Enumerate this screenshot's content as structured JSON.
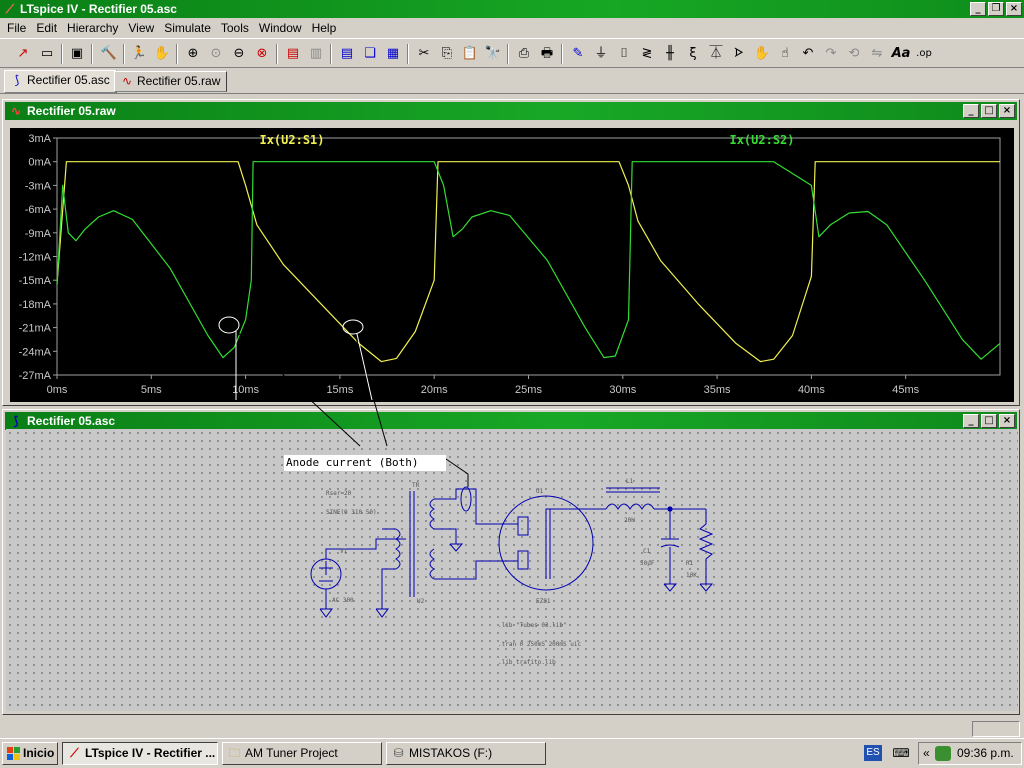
{
  "window": {
    "title": "LTspice IV - Rectifier 05.asc"
  },
  "menu": [
    "File",
    "Edit",
    "Hierarchy",
    "View",
    "Simulate",
    "Tools",
    "Window",
    "Help"
  ],
  "tabs": [
    {
      "label": "Rectifier 05.asc",
      "icon": "schematic-icon"
    },
    {
      "label": "Rectifier 05.raw",
      "icon": "waveform-icon"
    }
  ],
  "plot_pane": {
    "title": "Rectifier 05.raw",
    "traces": [
      {
        "name": "Ix(U2:S1)",
        "color": "#f0f050"
      },
      {
        "name": "Ix(U2:S2)",
        "color": "#33dd33"
      }
    ],
    "y_ticks": [
      "3mA",
      "0mA",
      "-3mA",
      "-6mA",
      "-9mA",
      "-12mA",
      "-15mA",
      "-18mA",
      "-21mA",
      "-24mA",
      "-27mA"
    ],
    "x_ticks": [
      "0ms",
      "5ms",
      "10ms",
      "15ms",
      "20ms",
      "25ms",
      "30ms",
      "35ms",
      "40ms",
      "45ms"
    ]
  },
  "chart_data": {
    "type": "line",
    "xlabel": "",
    "ylabel": "",
    "xlim": [
      0,
      50
    ],
    "ylim": [
      -27,
      3
    ],
    "x_unit": "ms",
    "y_unit": "mA",
    "grid": false,
    "series": [
      {
        "name": "Ix(U2:S1)",
        "points": [
          [
            0,
            -15.5
          ],
          [
            0.5,
            0
          ],
          [
            1,
            0
          ],
          [
            2,
            0
          ],
          [
            4,
            0
          ],
          [
            6,
            0
          ],
          [
            8,
            0
          ],
          [
            9.6,
            0
          ],
          [
            10,
            -3
          ],
          [
            10.6,
            -8
          ],
          [
            12,
            -13
          ],
          [
            14,
            -18
          ],
          [
            16,
            -23
          ],
          [
            17.2,
            -25.3
          ],
          [
            18,
            -24.9
          ],
          [
            19,
            -21.5
          ],
          [
            20,
            -15
          ],
          [
            20.2,
            0
          ],
          [
            21,
            0
          ],
          [
            24,
            0
          ],
          [
            26,
            0
          ],
          [
            28,
            0
          ],
          [
            29.8,
            0
          ],
          [
            30.3,
            -3
          ],
          [
            30.8,
            -7.5
          ],
          [
            32,
            -12.5
          ],
          [
            34,
            -18
          ],
          [
            36,
            -23
          ],
          [
            37.3,
            -25.3
          ],
          [
            38,
            -25
          ],
          [
            39,
            -22
          ],
          [
            40,
            -14.5
          ],
          [
            40.2,
            0
          ],
          [
            42,
            0
          ],
          [
            44,
            0
          ],
          [
            46,
            0
          ],
          [
            48,
            0
          ],
          [
            50,
            0
          ]
        ]
      },
      {
        "name": "Ix(U2:S2)",
        "points": [
          [
            0,
            -15.5
          ],
          [
            0.3,
            -3
          ],
          [
            0.6,
            -9
          ],
          [
            1,
            -10
          ],
          [
            1.5,
            -8.5
          ],
          [
            2.2,
            -7
          ],
          [
            3,
            -6.2
          ],
          [
            4,
            -7.3
          ],
          [
            6,
            -13.5
          ],
          [
            8,
            -22
          ],
          [
            8.8,
            -24.8
          ],
          [
            9.4,
            -23.5
          ],
          [
            10,
            -20
          ],
          [
            10.3,
            -15
          ],
          [
            10.4,
            0
          ],
          [
            12,
            0
          ],
          [
            14,
            0
          ],
          [
            16,
            0
          ],
          [
            18,
            0
          ],
          [
            20,
            0
          ],
          [
            20.5,
            -3
          ],
          [
            21,
            -9.5
          ],
          [
            21.5,
            -8.5
          ],
          [
            22,
            -7
          ],
          [
            23,
            -6.2
          ],
          [
            24,
            -6.8
          ],
          [
            26,
            -12.5
          ],
          [
            28,
            -21
          ],
          [
            29,
            -24.8
          ],
          [
            29.6,
            -24.6
          ],
          [
            30.3,
            -20
          ],
          [
            30.5,
            0
          ],
          [
            32,
            0
          ],
          [
            34,
            0
          ],
          [
            36,
            0
          ],
          [
            38,
            0
          ],
          [
            40,
            -3
          ],
          [
            40.4,
            -9.5
          ],
          [
            41,
            -8
          ],
          [
            42,
            -6.5
          ],
          [
            43,
            -6.3
          ],
          [
            44,
            -8
          ],
          [
            46,
            -15
          ],
          [
            48,
            -22.5
          ],
          [
            49,
            -25
          ],
          [
            50,
            -23
          ]
        ]
      }
    ]
  },
  "schematic_pane": {
    "title": "Rectifier 05.asc",
    "annotation": "Anode current (Both)",
    "labels": {
      "rser": "Rser=20",
      "sine": "SINE(0 310 50)",
      "v1": "V1",
      "v1_val": "AC 300",
      "tr": "TR",
      "u2": "U2",
      "u1": "U1",
      "tube": "EZ81",
      "l1": "L1",
      "l1_val": "20H",
      "c1": "C1",
      "c1_val": "50µF",
      "r1": "R1",
      "r1_val": "10K",
      "d1": ".lib \"Tubes 03.lib\"",
      "d2": ".tran 0 250mS 200mS uic",
      "d3": ".lib trafito.lib"
    }
  },
  "taskbar": {
    "start": "Inicio",
    "tasks": [
      {
        "label": "LTspice IV - Rectifier ...",
        "active": true
      },
      {
        "label": "AM Tuner Project",
        "active": false
      },
      {
        "label": "MISTAKOS (F:)",
        "active": false
      }
    ],
    "lang": "ES",
    "tray_arrow": "«",
    "clock": "09:36 p.m."
  }
}
